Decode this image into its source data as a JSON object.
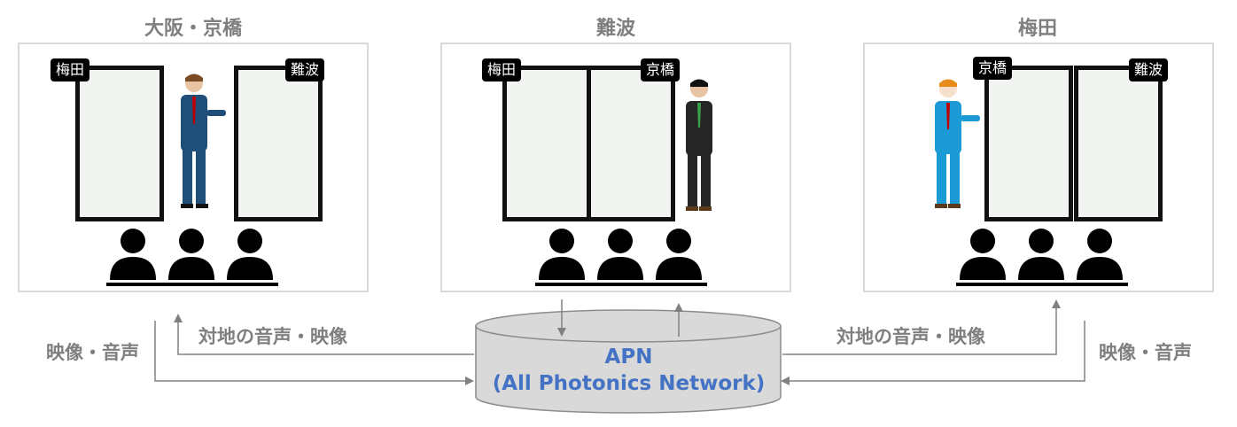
{
  "sites": [
    {
      "title": "大阪・京橋",
      "tag_left": "梅田",
      "tag_right": "難波"
    },
    {
      "title": "難波",
      "tag_left": "梅田",
      "tag_right": "京橋"
    },
    {
      "title": "梅田",
      "tag_left": "京橋",
      "tag_right": "難波"
    }
  ],
  "flows": {
    "left_outgoing": "映像・音声",
    "left_incoming": "対地の音声・映像",
    "right_incoming": "対地の音声・映像",
    "right_outgoing": "映像・音声"
  },
  "network": {
    "name": "APN",
    "full_name": "(All Photonics Network)"
  },
  "colors": {
    "title_gray": "#7f7f7f",
    "box_border": "#d9d9d9",
    "network_fill": "#d9d9d9",
    "network_text": "#4472c4",
    "arrow_gray": "#808080",
    "suit_navy": "#1f4e79",
    "suit_light_blue": "#6fb3d8",
    "suit_gray": "#7f7f7f",
    "suit_black": "#262626"
  }
}
